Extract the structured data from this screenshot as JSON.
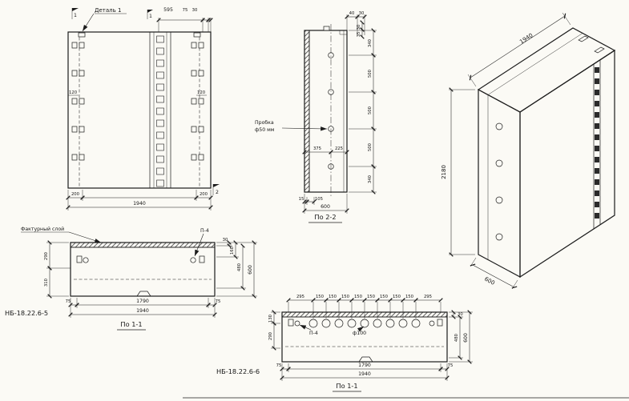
{
  "sheet": {
    "background": "#fbfaf5",
    "ink": "#1c1c1c"
  },
  "front_view": {
    "detail_callout": "Деталь 1",
    "cut_flag_1a": "1",
    "cut_flag_1b": "1",
    "cut_flag_2": "2",
    "dims": {
      "top_chain": {
        "d595": "595",
        "d75": "75",
        "d30": "30"
      },
      "loop_offset_left": "120",
      "loop_offset_right": "120",
      "bottom_left": "200",
      "bottom_right": "200",
      "overall_width": "1940"
    }
  },
  "section_2_2": {
    "title": "По 2-2",
    "plug_callout": {
      "line1": "Пробка",
      "line2": "ф50 мм"
    },
    "dims": {
      "top_d40": "40",
      "top_d30": "30",
      "edge_d30": "30",
      "edge_d35": "35",
      "v340_top": "340",
      "v500_1": "500",
      "v500_2": "500",
      "v500_3": "500",
      "v340_bottom": "340",
      "hole_offset_left": "375",
      "hole_offset_right": "225",
      "bottom_d15": "15",
      "bottom_d105": "105",
      "overall_depth": "600"
    }
  },
  "isometric_view": {
    "dims": {
      "width": "1940",
      "height": "2180",
      "depth": "600"
    }
  },
  "section_1_1_left": {
    "title": "По 1-1",
    "mark": "НБ-18.22.6-5",
    "facade_callout": "Фактурный слой",
    "loop_callout": "П-4",
    "dims": {
      "left_top": "290",
      "left_bottom": "310",
      "right_d30": "30",
      "right_d160": "160",
      "right_d480": "480",
      "right_d600": "600",
      "bottom_d75_left": "75",
      "bottom_d1790": "1790",
      "bottom_d75_right": "75",
      "overall_width": "1940"
    }
  },
  "section_1_1_right": {
    "title": "По 1-1",
    "mark": "НБ-18.22.6-6",
    "loop_callout": "П-4",
    "hole_callout": "ф100",
    "dims": {
      "top_d295_left": "295",
      "top_d150": "150",
      "top_d295_right": "295",
      "left_d130": "130",
      "left_d290": "290",
      "right_d30": "30",
      "right_d480": "480",
      "right_d600": "600",
      "bottom_d75_left": "75",
      "bottom_d1790": "1790",
      "bottom_d75_right": "75",
      "overall_width": "1940"
    }
  }
}
